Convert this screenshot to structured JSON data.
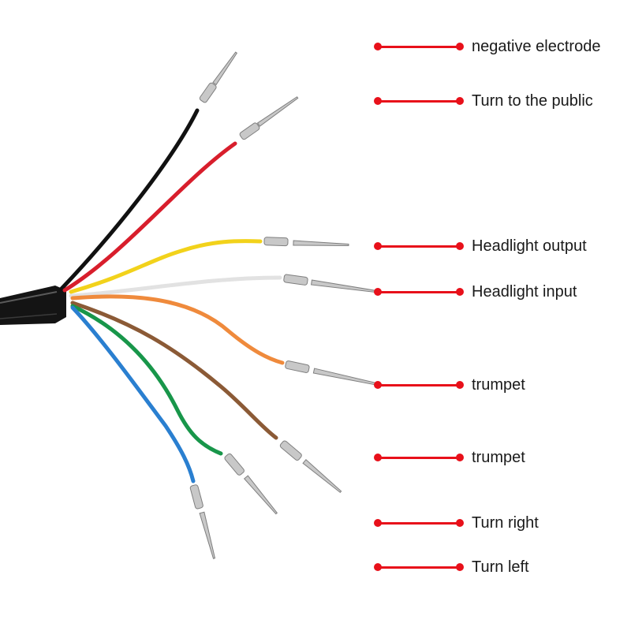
{
  "legend": {
    "line_color": "#e8101a",
    "items": [
      {
        "label": "negative electrode",
        "wire_color": "#111111"
      },
      {
        "label": "Turn to the public",
        "wire_color": "#d81e2c"
      },
      {
        "label": "Headlight output",
        "wire_color": "#f2d21b"
      },
      {
        "label": "Headlight input",
        "wire_color": "#eeeeee"
      },
      {
        "label": "trumpet",
        "wire_color": "#ef8a3c"
      },
      {
        "label": "trumpet",
        "wire_color": "#8b5a36"
      },
      {
        "label": "Turn right",
        "wire_color": "#18964a"
      },
      {
        "label": "Turn left",
        "wire_color": "#2a7fd0"
      }
    ]
  }
}
